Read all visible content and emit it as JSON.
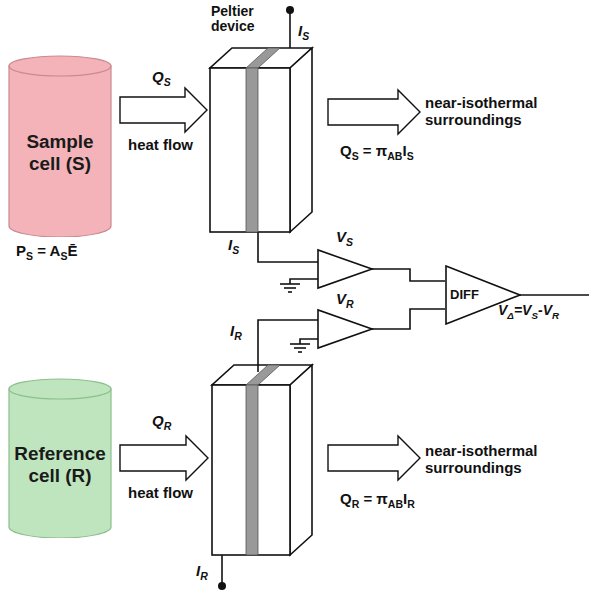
{
  "diagram": {
    "nodes": [
      {
        "text": [
          "Sample cell (S)"
        ]
      },
      {
        "text": [
          "Peltier device"
        ]
      },
      {
        "text": [
          "DIFF"
        ]
      },
      {
        "text": [
          "Reference cell (R)"
        ]
      }
    ],
    "edges": [
      {
        "from": 0,
        "to": 1,
        "arrow": "to"
      }
    ],
    "labels": [
      "PS = ASĒ",
      "QS",
      "heat flow",
      "near-isothermal surroundings",
      "QS = πABIS",
      "IS",
      "IS",
      "VS",
      "VΔ=VS-VR",
      "VR",
      "IR",
      "QR",
      "heat flow",
      "near-isothermal surroundings",
      "QR = πABIR",
      "IR"
    ]
  }
}
